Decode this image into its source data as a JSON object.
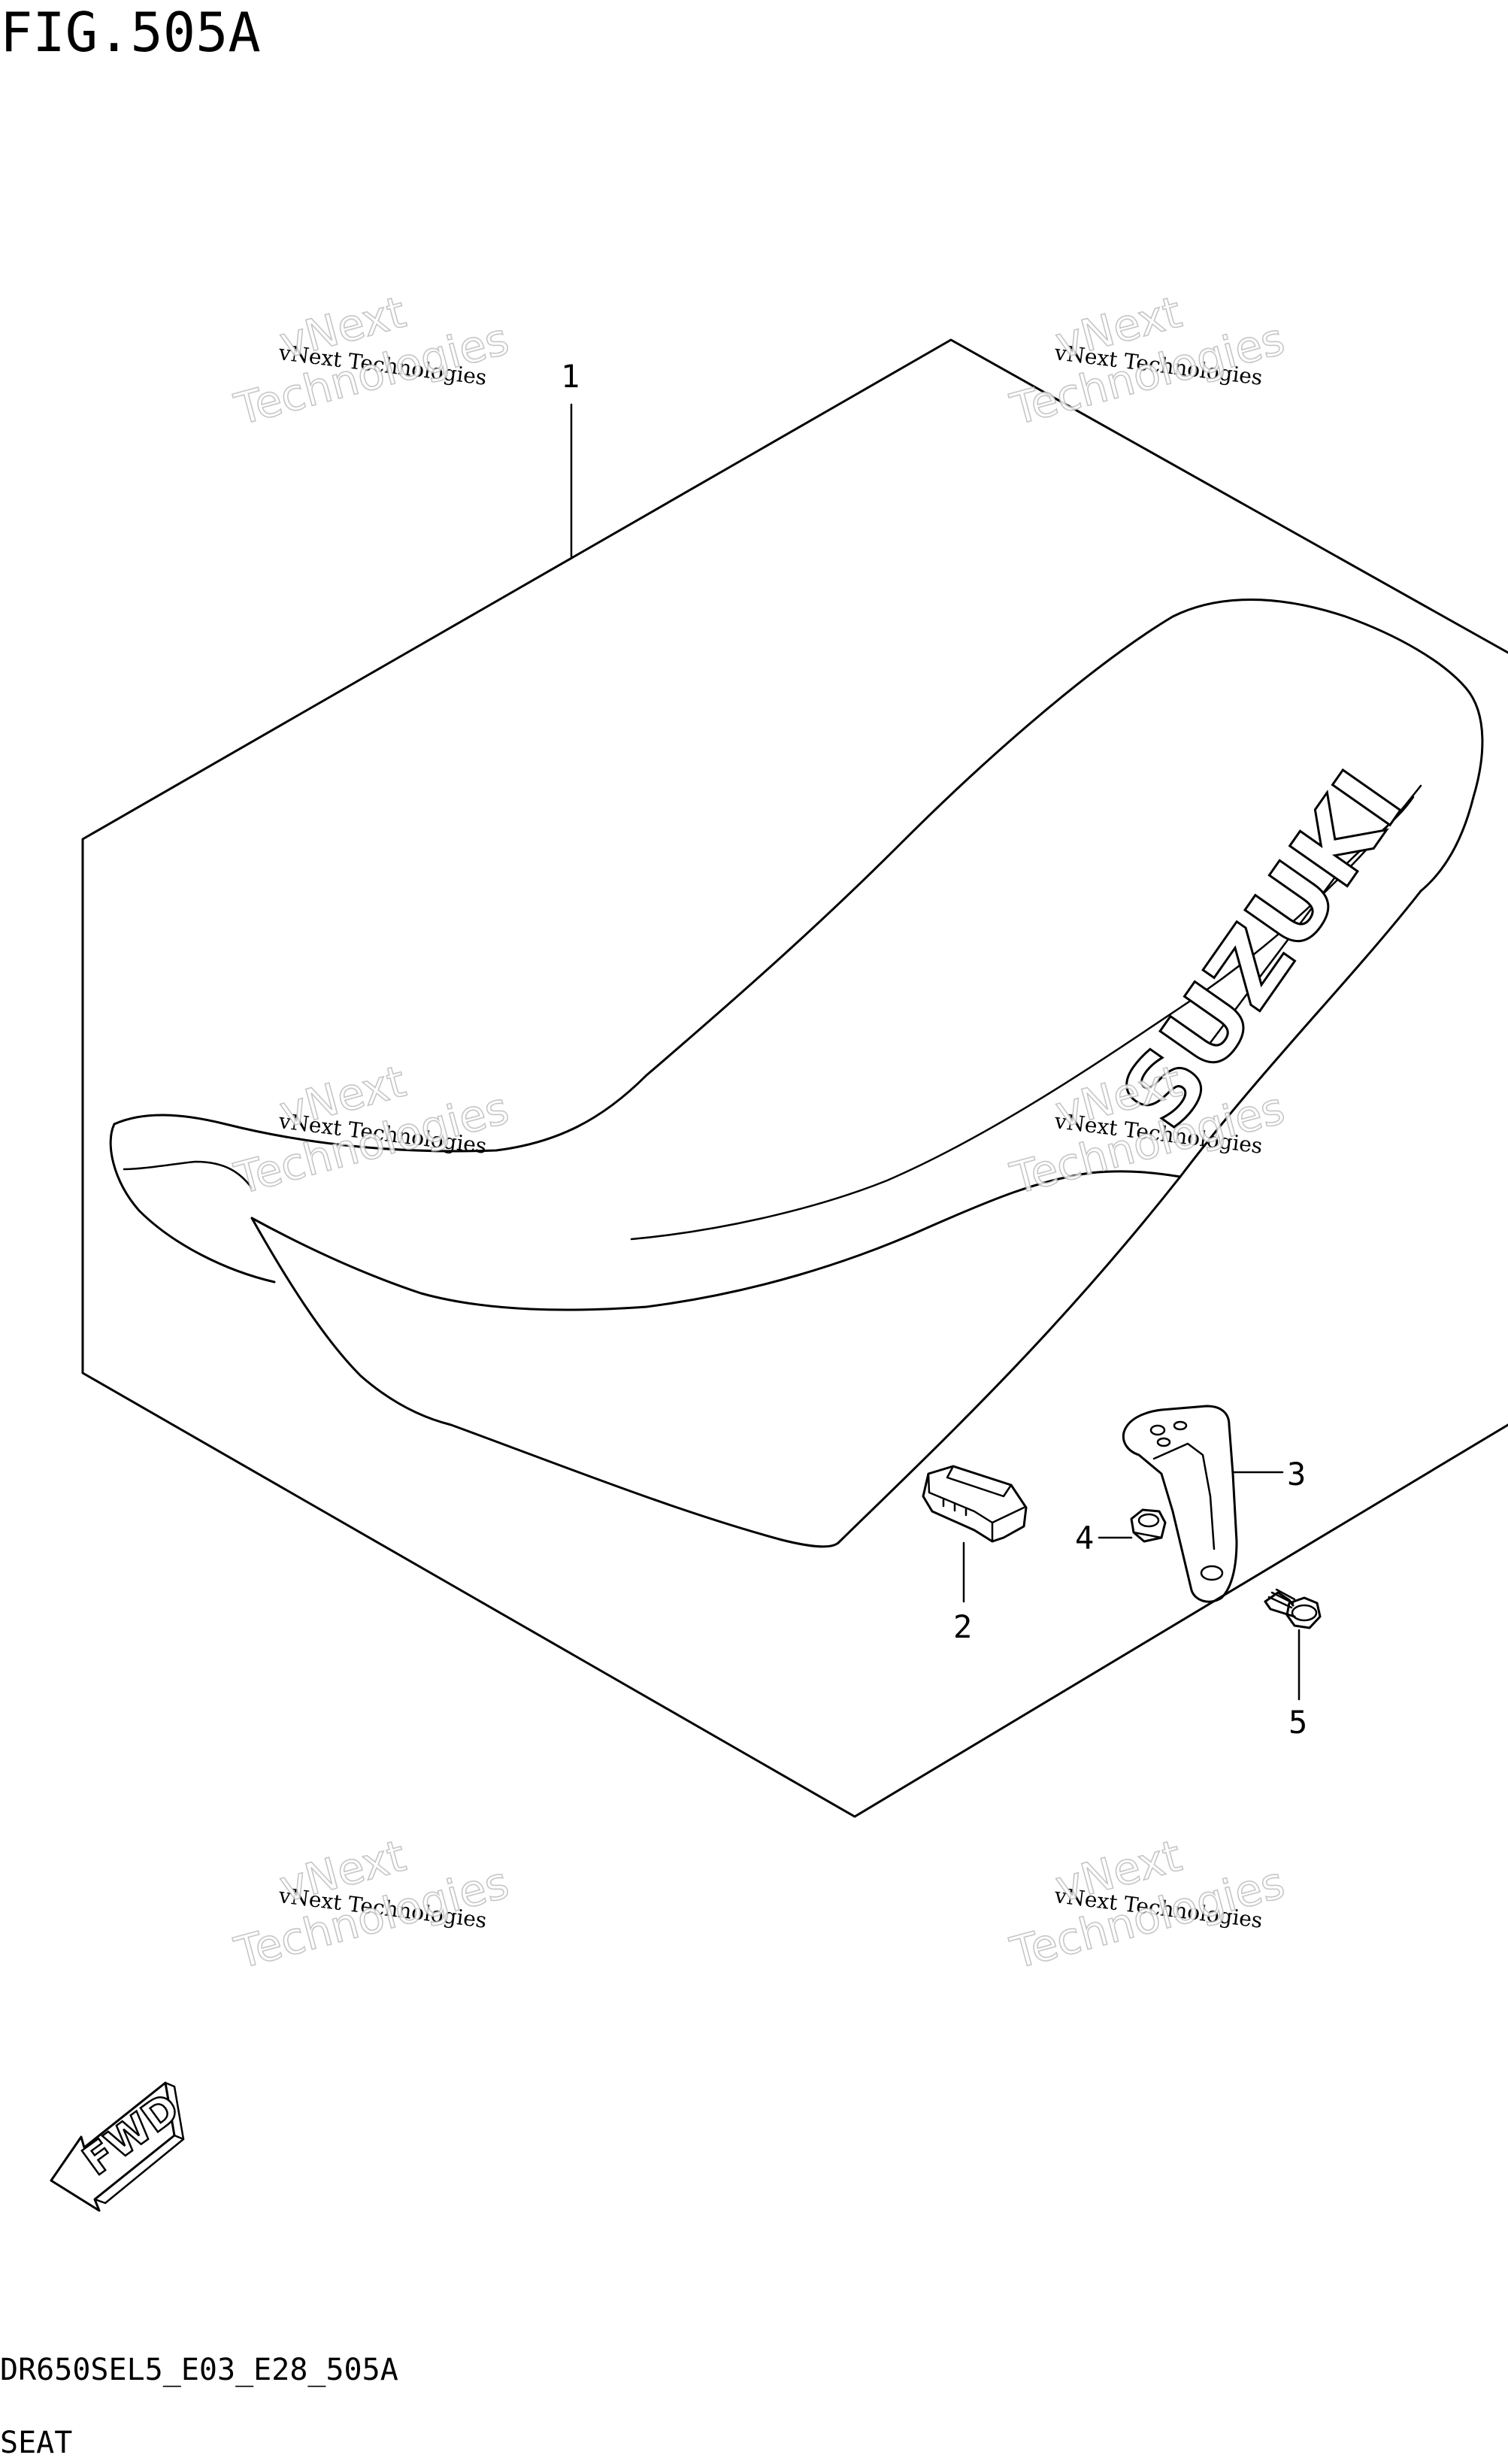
{
  "figure": {
    "title": "FIG.505A",
    "code": "DR650SEL5_E03_E28_505A",
    "name": "SEAT"
  },
  "callouts": [
    "1",
    "2",
    "3",
    "4",
    "5"
  ],
  "brand_text": "SUZUKI",
  "direction_label": "FWD",
  "watermark": {
    "line1": "vNext Technologies",
    "line2_top": "vNext",
    "line2_bottom": "Technologies"
  }
}
